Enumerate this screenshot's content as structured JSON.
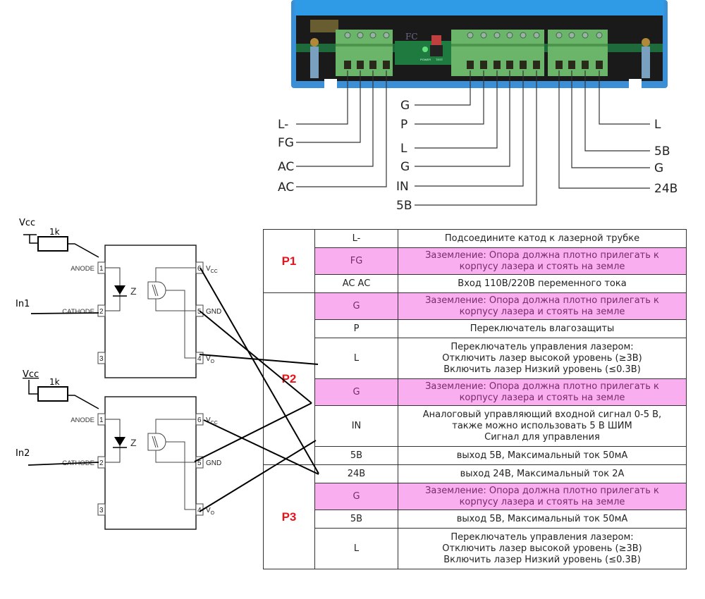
{
  "device_photo": {
    "colors": {
      "housing": "#2d8fd8",
      "terminal": "#5fb05f",
      "pcb": "#1d6b3a",
      "dark": "#141414"
    },
    "pcb_labels": [
      "POWER",
      "TEST"
    ],
    "logo": "FC"
  },
  "pin_labels": {
    "p1": [
      "L-",
      "FG",
      "AC",
      "AC"
    ],
    "p2": [
      "G",
      "P",
      "L",
      "G",
      "IN",
      "5B"
    ],
    "p3": [
      "L",
      "5B",
      "G",
      "24B"
    ]
  },
  "optocouplers": [
    {
      "vcc_label": "Vcc",
      "resistor_label": "1k",
      "input_label": "In1",
      "left_pins": [
        {
          "num": "1",
          "name": "ANODE"
        },
        {
          "num": "2",
          "name": "CATHODE"
        },
        {
          "num": "3",
          "name": ""
        }
      ],
      "right_pins": [
        {
          "num": "6",
          "name": "VCC"
        },
        {
          "num": "5",
          "name": "GND"
        },
        {
          "num": "4",
          "name": "VO"
        }
      ]
    },
    {
      "vcc_label": "Vcc",
      "resistor_label": "1k",
      "input_label": "In2",
      "left_pins": [
        {
          "num": "1",
          "name": "ANODE"
        },
        {
          "num": "2",
          "name": "CATHODE"
        },
        {
          "num": "3",
          "name": ""
        }
      ],
      "right_pins": [
        {
          "num": "6",
          "name": "VCC"
        },
        {
          "num": "5",
          "name": "GND"
        },
        {
          "num": "4",
          "name": "VO"
        }
      ]
    }
  ],
  "table": {
    "groups": [
      {
        "name": "P1",
        "rows": [
          {
            "pin": "L-",
            "desc": "Подсоедините катод к лазерной трубке",
            "highlight": false
          },
          {
            "pin": "FG",
            "desc": "Заземление: Опора должна плотно прилегать к\nкорпусу лазера и стоять на земле",
            "highlight": true
          },
          {
            "pin": "AC AC",
            "desc": "Вход 110В/220В переменного тока",
            "highlight": false
          }
        ]
      },
      {
        "name": "P2",
        "rows": [
          {
            "pin": "G",
            "desc": "Заземление: Опора должна плотно прилегать к\nкорпусу лазера и стоять на земле",
            "highlight": true
          },
          {
            "pin": "P",
            "desc": "Переключатель влагозащиты",
            "highlight": false
          },
          {
            "pin": "L",
            "desc": "Переключатель управления лазером:\nОтключить лазер высокой уровень (≥3В)\nВключить лазер Низкий уровень (≤0.3В)",
            "highlight": false
          },
          {
            "pin": "G",
            "desc": "Заземление: Опора должна плотно прилегать к\nкорпусу лазера и стоять на земле",
            "highlight": true
          },
          {
            "pin": "IN",
            "desc": "Аналоговый управляющий входной сигнал 0-5 В,\nтакже можно использовать 5 В ШИМ\nСигнал для управления",
            "highlight": false
          },
          {
            "pin": "5B",
            "desc": "выход 5В, Максимальный ток 50мА",
            "highlight": false
          }
        ]
      },
      {
        "name": "P3",
        "rows": [
          {
            "pin": "24B",
            "desc": "выход 24В, Максимальный ток 2А",
            "highlight": false
          },
          {
            "pin": "G",
            "desc": "Заземление: Опора должна плотно прилегать к\nкорпусу лазера и стоять на земле",
            "highlight": true
          },
          {
            "pin": "5B",
            "desc": "выход 5В, Максимальный ток 50мА",
            "highlight": false
          },
          {
            "pin": "L",
            "desc": "Переключатель управления лазером:\nОтключить лазер высокой уровень (≥3В)\nВключить лазер Низкий уровень (≤0.3В)",
            "highlight": false
          }
        ]
      }
    ]
  }
}
